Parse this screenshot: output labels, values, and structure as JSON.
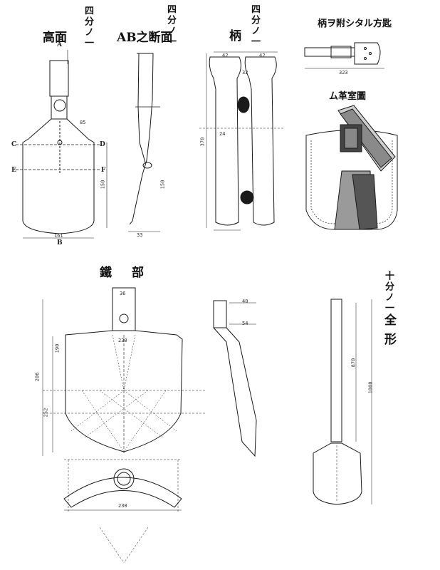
{
  "titles": {
    "scale_1": "四分ノ一",
    "front_view": "高面",
    "scale_2": "四分ノ一",
    "section_ab": "AB之断面",
    "scale_3": "四分ノ一",
    "handle": "柄",
    "handle_with_dowel": "柄ヲ附シタル方匙",
    "sheath_drawing": "ム革室圖",
    "iron_part": "鐵部",
    "scale_full": "十分ノ一",
    "full_form": "全形"
  },
  "letters": {
    "a": "A",
    "b": "B",
    "c": "C",
    "d": "D",
    "e": "E",
    "f": "F"
  },
  "dims": {
    "handle_len": "370",
    "blade_h1": "150",
    "blade_h2": "150",
    "blade_w": "161",
    "iron_w": "230",
    "iron_bot": "230",
    "side_40": "40",
    "side_54": "54",
    "full_870": "870",
    "full_1000": "1000",
    "s_42a": "42",
    "s_42b": "42",
    "s_36": "36",
    "s_32": "32",
    "s_24": "24",
    "s_190": "190",
    "s_206": "206",
    "s_252": "252",
    "small_323": "323",
    "s_85": "85",
    "s_33": "33"
  }
}
